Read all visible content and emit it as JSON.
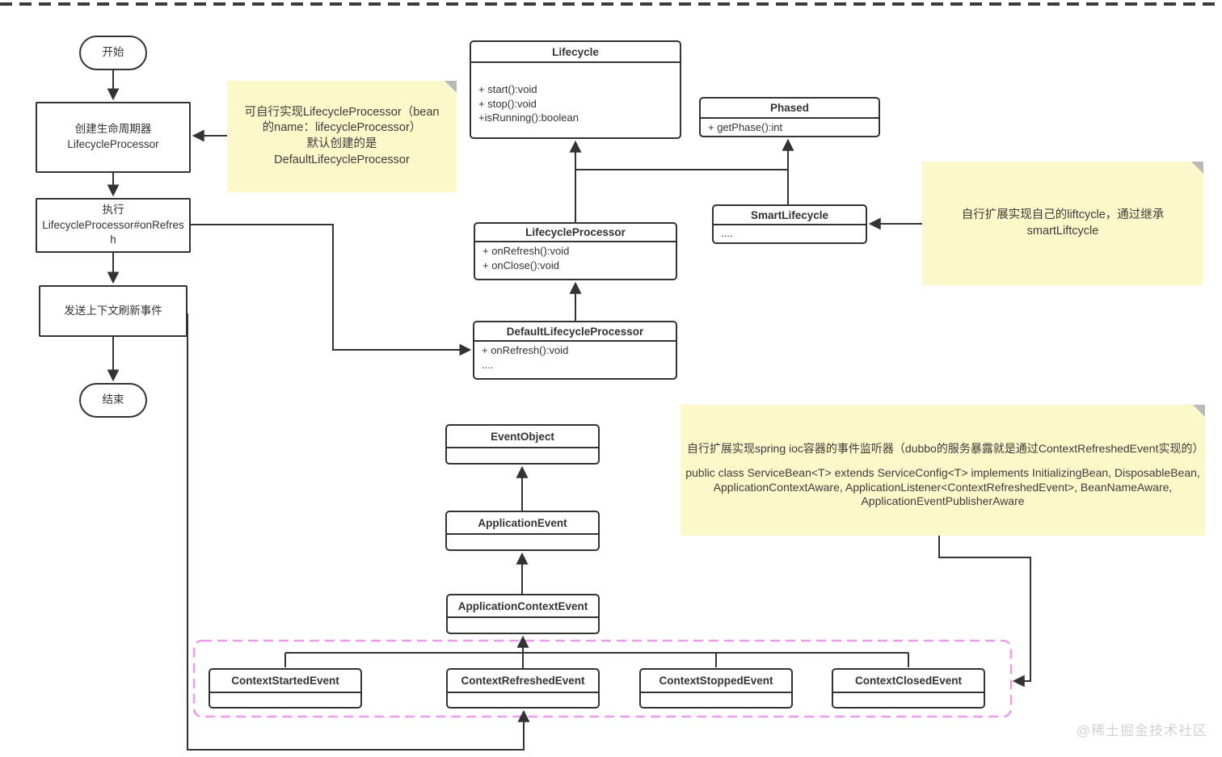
{
  "colors": {
    "line": "#333333",
    "note_bg": "#fbf8c9",
    "note_fold": "#b9b9b9",
    "dashed_group_border": "#ec9bec",
    "watermark": "#d2d2d2"
  },
  "flowchart": {
    "start": "开始",
    "create": "创建生命周期器\nLifecycleProcessor",
    "execute": "执行\nLifecycleProcessor#onRefresh",
    "publish": "发送上下文刷新事件",
    "end": "结束"
  },
  "classes": {
    "lifecycle": {
      "name": "Lifecycle",
      "members": [
        "+ start():void",
        "+ stop():void",
        "+isRunning():boolean"
      ]
    },
    "phased": {
      "name": "Phased",
      "members": [
        "+ getPhase():int"
      ]
    },
    "lifecycle_processor": {
      "name": "LifecycleProcessor",
      "members": [
        "+ onRefresh():void",
        "+ onClose():void"
      ]
    },
    "smart_lifecycle": {
      "name": "SmartLifecycle",
      "members": [
        "...."
      ]
    },
    "default_lifecycle_processor": {
      "name": "DefaultLifecycleProcessor",
      "members": [
        "+ onRefresh():void",
        "...."
      ]
    },
    "event_object": {
      "name": "EventObject"
    },
    "application_event": {
      "name": "ApplicationEvent"
    },
    "application_context_event": {
      "name": "ApplicationContextEvent"
    },
    "context_started_event": {
      "name": "ContextStartedEvent"
    },
    "context_refreshed_event": {
      "name": "ContextRefreshedEvent"
    },
    "context_stopped_event": {
      "name": "ContextStoppedEvent"
    },
    "context_closed_event": {
      "name": "ContextClosedEvent"
    }
  },
  "notes": {
    "processor_note": "可自行实现LifecycleProcessor（bean\n的name：lifecycleProcessor）\n默认创建的是\nDefaultLifecycleProcessor",
    "smart_note": "自行扩展实现自己的liftcycle，通过继承smartLiftcycle",
    "listener_note_line1": "自行扩展实现spring ioc容器的事件监听器（dubbo的服务暴露就是通过ContextRefreshedEvent实现的）",
    "listener_note_code": "public class ServiceBean<T> extends ServiceConfig<T> implements InitializingBean, DisposableBean,\nApplicationContextAware, ApplicationListener<ContextRefreshedEvent>, BeanNameAware,\nApplicationEventPublisherAware"
  },
  "watermark": "@稀土掘金技术社区"
}
